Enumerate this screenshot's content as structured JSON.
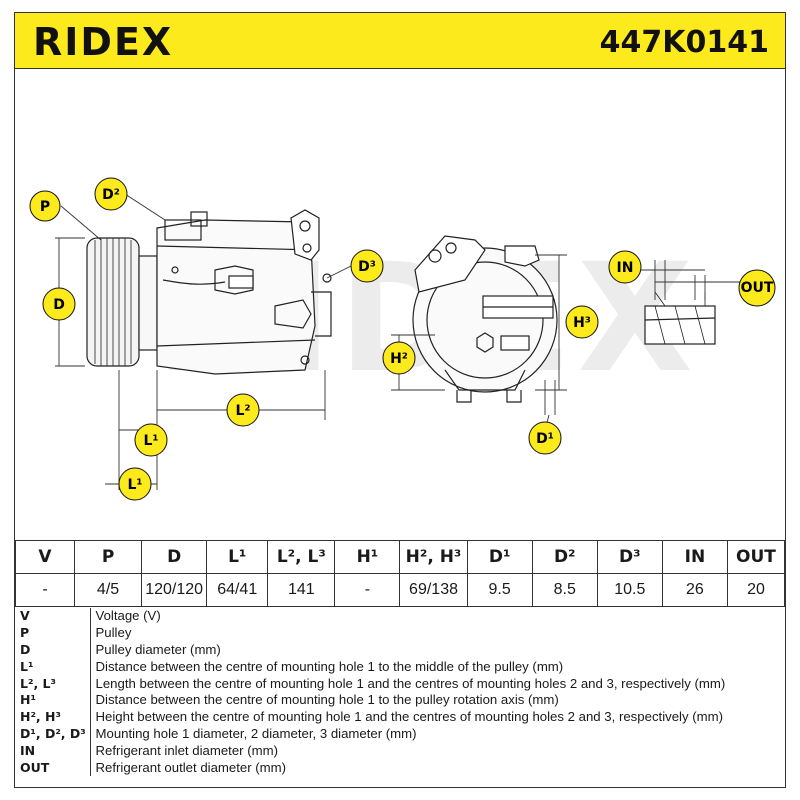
{
  "header": {
    "brand": "RIDEX",
    "part_number": "447K0141",
    "accent_color": "#fcea1c"
  },
  "drawing": {
    "watermark": "RIDEX",
    "callouts": {
      "p": "P",
      "d2": "D²",
      "d": "D",
      "d3": "D³",
      "l2": "L²",
      "l1_upper": "L¹",
      "l1_lower": "L¹",
      "h2": "H²",
      "h3": "H³",
      "d1": "D¹",
      "in": "IN",
      "out": "OUT"
    }
  },
  "spec_table": {
    "headers": [
      "V",
      "P",
      "D",
      "L¹",
      "L², L³",
      "H¹",
      "H², H³",
      "D¹",
      "D²",
      "D³",
      "IN",
      "OUT"
    ],
    "values": [
      "-",
      "4/5",
      "120/120",
      "64/41",
      "141",
      "-",
      "69/138",
      "9.5",
      "8.5",
      "10.5",
      "26",
      "20"
    ]
  },
  "legend": [
    {
      "key": "V",
      "desc": "Voltage (V)"
    },
    {
      "key": "P",
      "desc": "Pulley"
    },
    {
      "key": "D",
      "desc": "Pulley diameter (mm)"
    },
    {
      "key": "L¹",
      "desc": "Distance between the centre of mounting hole 1 to the middle of the pulley (mm)"
    },
    {
      "key": "L², L³",
      "desc": "Length between the centre of mounting hole 1 and the centres of mounting holes 2 and 3, respectively (mm)"
    },
    {
      "key": "H¹",
      "desc": "Distance between the centre of mounting hole 1 to the pulley rotation axis (mm)"
    },
    {
      "key": "H², H³",
      "desc": "Height between the centre of mounting hole 1 and the centres of mounting holes 2 and 3, respectively (mm)"
    },
    {
      "key": "D¹, D², D³",
      "desc": "Mounting hole 1 diameter, 2 diameter, 3 diameter (mm)"
    },
    {
      "key": "IN",
      "desc": "Refrigerant inlet diameter (mm)"
    },
    {
      "key": "OUT",
      "desc": "Refrigerant outlet diameter (mm)"
    }
  ]
}
